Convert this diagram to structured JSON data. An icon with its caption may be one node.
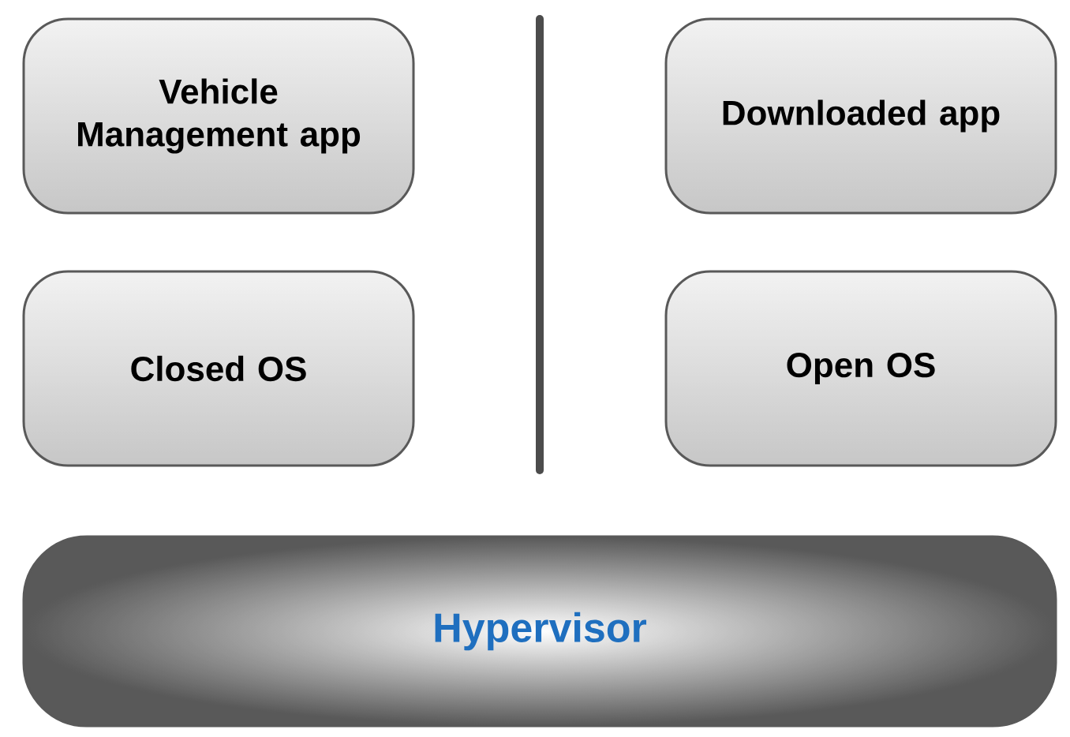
{
  "diagram": {
    "nodes": [
      {
        "text": [
          "Vehicle Management app"
        ]
      },
      {
        "text": [
          "Downloaded app"
        ]
      },
      {
        "text": [
          "Closed OS"
        ]
      },
      {
        "text": [
          "Open OS"
        ]
      },
      {
        "text": [
          "Hypervisor"
        ]
      }
    ]
  }
}
